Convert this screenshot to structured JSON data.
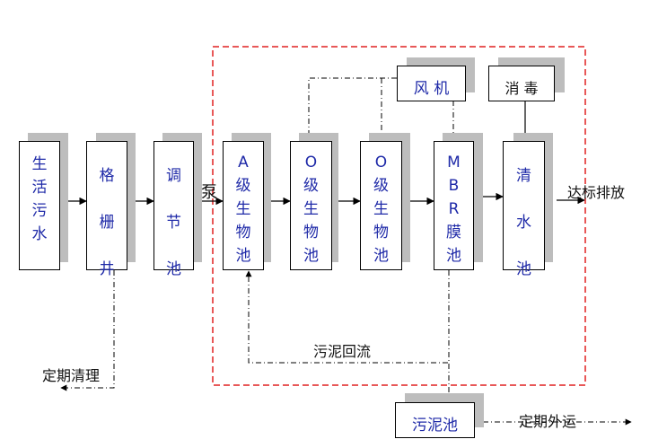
{
  "colors": {
    "box_text": "#1f2aa8",
    "boundary": "#e02020",
    "shadow": "#bdbdbd",
    "line": "#000000"
  },
  "boxes": {
    "raw_sewage": "生活污水",
    "screen_well": "格栅井",
    "equalization": "调节池",
    "a_tank": "A级生物池",
    "o_tank_1": "O级生物池",
    "o_tank_2": "O级生物池",
    "mbr": "MBR膜池",
    "clear_water": "清水池",
    "blower": "风 机",
    "disinfection": "消 毒",
    "sludge_tank": "污泥池"
  },
  "labels": {
    "pump": "泵",
    "discharge": "达标排放",
    "sludge_return": "污泥回流",
    "regular_cleaning": "定期清理",
    "regular_transport": "定期外运"
  }
}
